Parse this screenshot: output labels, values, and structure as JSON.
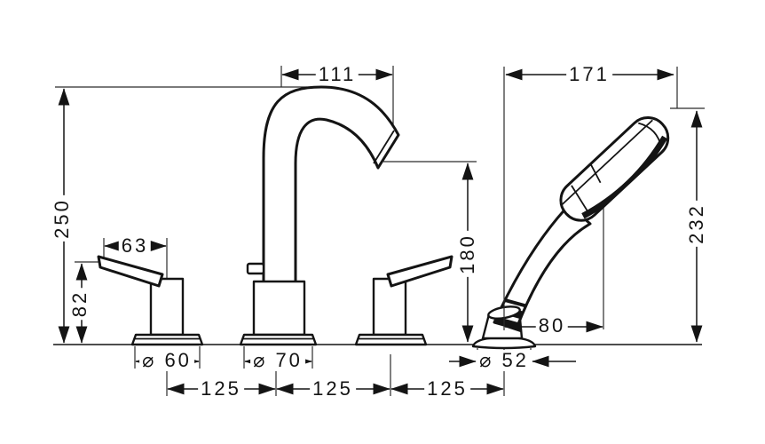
{
  "diagram": {
    "type": "technical-dimension-drawing",
    "subject": "4-hole rim mounted bathtub mixer with spout, two lever handles and hand shower",
    "unit": "mm",
    "colors": {
      "line": "#141414",
      "background": "#ffffff"
    },
    "labels": {
      "spout_reach": "111",
      "shower_reach": "171",
      "overall_height": "250",
      "lever_reach": "63",
      "lever_height": "82",
      "spout_outlet_height": "180",
      "shower_height": "232",
      "shower_head_offset": "80",
      "handle_base_diameter": "⌀ 60",
      "spout_base_diameter": "⌀ 70",
      "shower_base_diameter": "⌀ 52",
      "hole_pitch_left": "125",
      "hole_pitch_middle": "125",
      "hole_pitch_right": "125"
    }
  }
}
